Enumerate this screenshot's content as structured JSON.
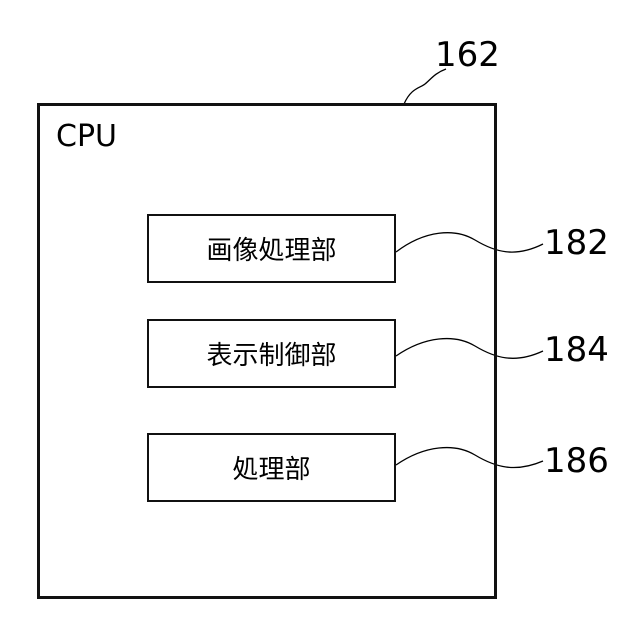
{
  "diagram": {
    "frame": {
      "ref": "162",
      "title": "CPU"
    },
    "blocks": [
      {
        "label": "画像処理部",
        "ref": "182"
      },
      {
        "label": "表示制御部",
        "ref": "184"
      },
      {
        "label": "処理部",
        "ref": "186"
      }
    ]
  }
}
